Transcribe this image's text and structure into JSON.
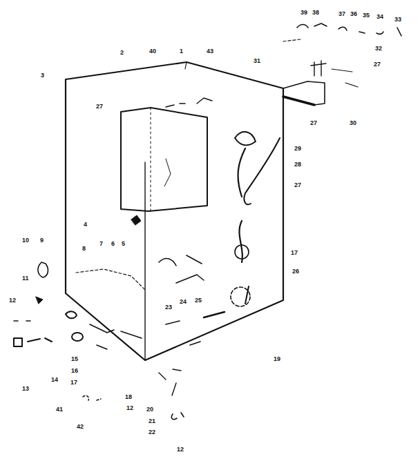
{
  "diagram": {
    "labels": [
      "39",
      "38",
      "37",
      "36",
      "35",
      "34",
      "33",
      "2",
      "40",
      "1",
      "43",
      "31",
      "32",
      "27",
      "3",
      "27",
      "27",
      "30",
      "29",
      "28",
      "27",
      "4",
      "10",
      "9",
      "8",
      "7",
      "6",
      "5",
      "17",
      "26",
      "11",
      "12",
      "23",
      "24",
      "25",
      "19",
      "15",
      "16",
      "14",
      "17",
      "13",
      "18",
      "12",
      "20",
      "21",
      "22",
      "41",
      "42",
      "12"
    ]
  }
}
